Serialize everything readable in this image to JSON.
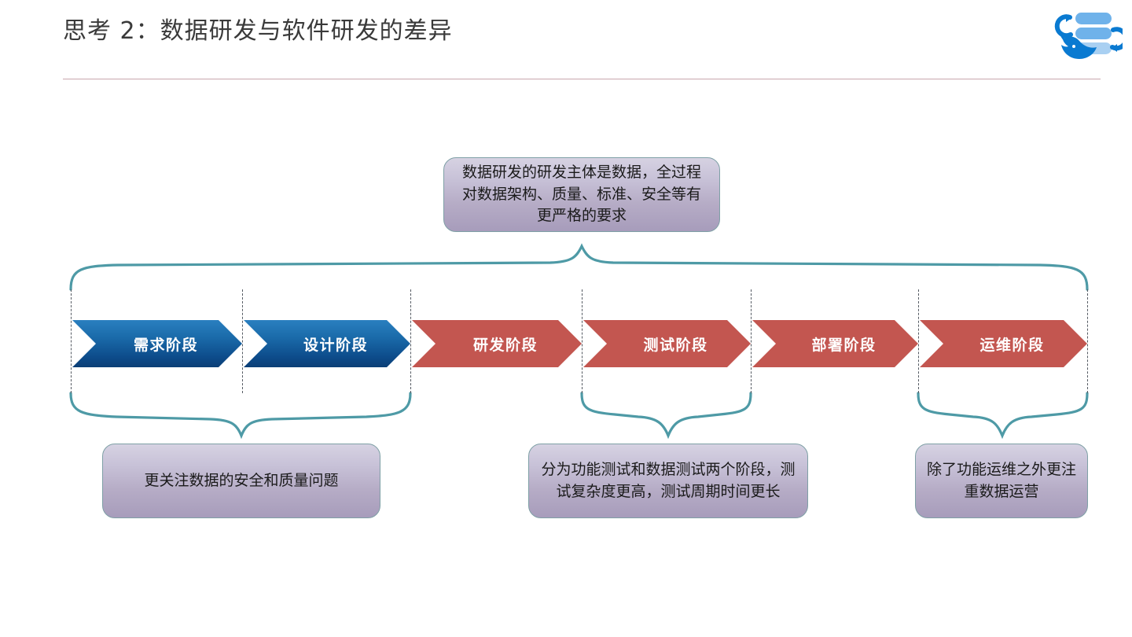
{
  "slide": {
    "title": "思考 2：数据研发与软件研发的差异",
    "logo_name": "dolphinscheduler-logo",
    "accent_rule_color": "#c9a6ad",
    "brace_color": "#4e9aa6",
    "blue_color": "#0d4c8b",
    "red_color": "#c35650",
    "callout_fill_top": "#d6d2e2",
    "callout_fill_bottom": "#a79cbb"
  },
  "process": {
    "stages": [
      {
        "label": "需求阶段",
        "color_kind": "blue"
      },
      {
        "label": "设计阶段",
        "color_kind": "blue"
      },
      {
        "label": "研发阶段",
        "color_kind": "red"
      },
      {
        "label": "测试阶段",
        "color_kind": "red"
      },
      {
        "label": "部署阶段",
        "color_kind": "red"
      },
      {
        "label": "运维阶段",
        "color_kind": "red"
      }
    ]
  },
  "callouts": {
    "top": {
      "text": "数据研发的研发主体是数据，全过程对数据架构、质量、标准、安全等有更严格的要求"
    },
    "bottom_left": {
      "text": "更关注数据的安全和质量问题"
    },
    "bottom_middle": {
      "text": "分为功能测试和数据测试两个阶段，测试复杂度更高，测试周期时间更长"
    },
    "bottom_right": {
      "text": "除了功能运维之外更注重数据运营"
    }
  }
}
